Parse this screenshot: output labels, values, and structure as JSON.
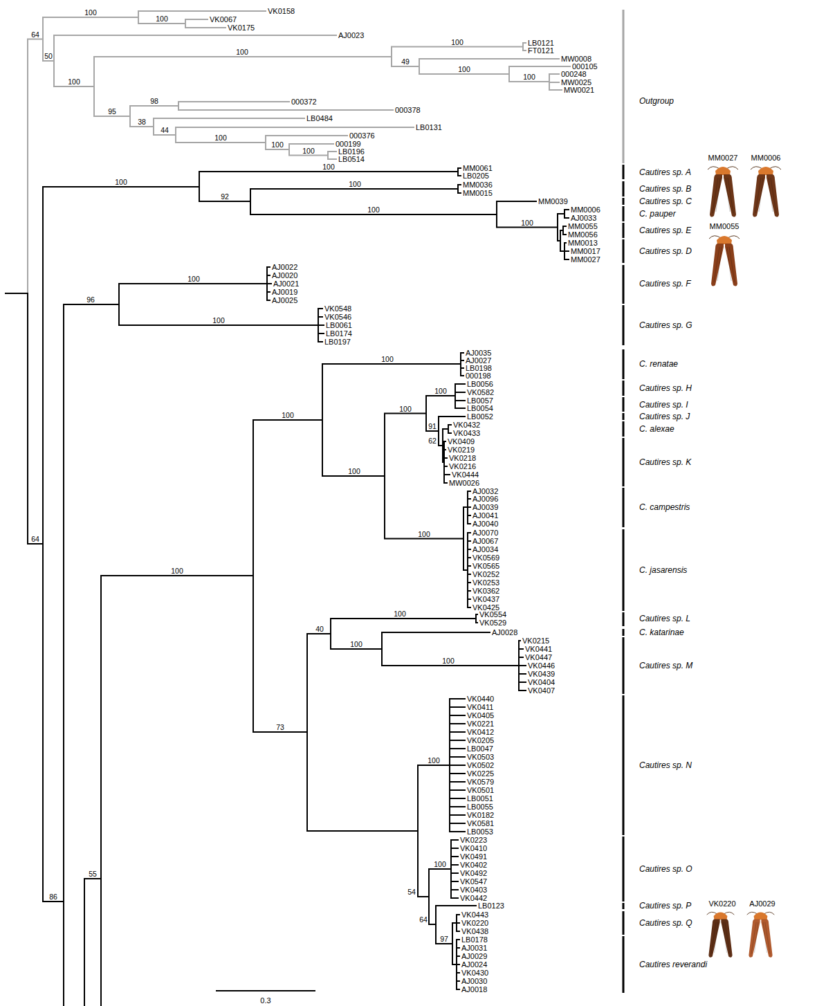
{
  "diagram": {
    "labels": [
      "100",
      "VK0158",
      "100",
      "VK0067",
      "VK0175",
      "64",
      "50",
      "AJ0023",
      "100",
      "LB0121",
      "FT0121",
      "100",
      "49",
      "MW0008",
      "100",
      "000105",
      "100",
      "000248",
      "MW0025",
      "MW0021",
      "100",
      "98",
      "000372",
      "000378",
      "95",
      "38",
      "LB0484",
      "44",
      "LB0131",
      "100",
      "000376",
      "100",
      "000199",
      "100",
      "LB0196",
      "LB0514",
      "64",
      "100",
      "100",
      "MM0061",
      "LB0205",
      "92",
      "100",
      "MM0036",
      "MM0015",
      "100",
      "MM0039",
      "100",
      "MM0006",
      "AJ0033",
      "MM0055",
      "MM0056",
      "MM0013",
      "MM0017",
      "MM0027",
      "96",
      "100",
      "AJ0022",
      "AJ0020",
      "AJ0021",
      "AJ0019",
      "AJ0025",
      "100",
      "VK0548",
      "VK0546",
      "LB0061",
      "LB0174",
      "LB0197",
      "100",
      "100",
      "AJ0035",
      "AJ0027",
      "LB0198",
      "000198",
      "100",
      "100",
      "100",
      "LB0056",
      "VK0582",
      "LB0057",
      "LB0054",
      "91",
      "LB0052",
      "62",
      "VK0432",
      "VK0433",
      "VK0409",
      "VK0219",
      "VK0218",
      "VK0216",
      "VK0444",
      "MW0026",
      "100",
      "AJ0032",
      "AJ0096",
      "AJ0039",
      "AJ0041",
      "AJ0040",
      "AJ0070",
      "AJ0067",
      "AJ0034",
      "VK0569",
      "VK0565",
      "VK0252",
      "VK0253",
      "VK0362",
      "VK0437",
      "VK0425",
      "100",
      "73",
      "40",
      "100",
      "VK0554",
      "VK0529",
      "100",
      "AJ0028",
      "100",
      "VK0215",
      "VK0441",
      "VK0447",
      "VK0446",
      "VK0439",
      "VK0404",
      "VK0407",
      "100",
      "VK0440",
      "VK0411",
      "VK0405",
      "VK0221",
      "VK0412",
      "VK0205",
      "LB0047",
      "VK0503",
      "VK0502",
      "VK0225",
      "VK0579",
      "VK0501",
      "LB0051",
      "LB0055",
      "VK0182",
      "VK0581",
      "LB0053",
      "54",
      "100",
      "VK0223",
      "VK0410",
      "VK0491",
      "VK0402",
      "VK0492",
      "VK0547",
      "VK0403",
      "VK0442",
      "64",
      "LB0123",
      "97",
      "VK0443",
      "VK0220",
      "VK0438",
      "LB0178",
      "AJ0031",
      "AJ0029",
      "AJ0024",
      "VK0430",
      "AJ0030",
      "AJ0018",
      "55",
      "86",
      "Outgroup",
      "Cautires sp. A",
      "Cautires sp. B",
      "Cautires sp. C",
      "C. pauper",
      "Cautires sp. E",
      "Cautires sp. D",
      "Cautires sp. F",
      "Cautires sp. G",
      "C. renatae",
      "Cautires sp. H",
      "Cautires sp. I",
      "Cautires sp. J",
      "C. alexae",
      "Cautires sp. K",
      "C. campestris",
      "C. jasarensis",
      "Cautires sp. L",
      "C. katarinae",
      "Cautires sp. M",
      "Cautires sp. N",
      "Cautires sp. O",
      "Cautires sp. P",
      "Cautires sp. Q",
      "Cautires reverandi",
      "MM0027",
      "MM0006",
      "MM0055",
      "VK0220",
      "AJ0029",
      "0.3"
    ]
  }
}
